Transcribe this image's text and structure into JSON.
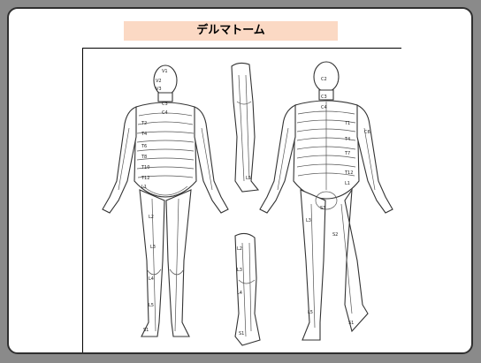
{
  "slide": {
    "title": "デルマトーム"
  },
  "figure": {
    "labels": {
      "front_v1": "V1",
      "front_v2": "V2",
      "front_v3": "V3",
      "front_c3": "C3",
      "front_c4": "C4",
      "front_t2": "T2",
      "front_t4": "T4",
      "front_t6": "T6",
      "front_t8": "T8",
      "front_t10": "T10",
      "front_t12": "T12",
      "front_l1": "L1",
      "front_l2": "L2",
      "front_l3": "L3",
      "front_l4": "L4",
      "front_l5": "L5",
      "front_s1": "S1",
      "back_c2": "C2",
      "back_c3": "C3",
      "back_c4": "C4",
      "back_c6": "C6",
      "back_t1": "T1",
      "back_t4": "T4",
      "back_t7": "T7",
      "back_t12": "T12",
      "back_l1": "L1",
      "back_l3": "L3",
      "back_s2": "S2",
      "back_s3": "S3",
      "back_l5": "L5",
      "back_s1": "S1",
      "leg_l2": "L2",
      "leg_l3": "L3",
      "leg_l4": "L4",
      "leg_l5": "L5",
      "leg_s1": "S1"
    }
  }
}
